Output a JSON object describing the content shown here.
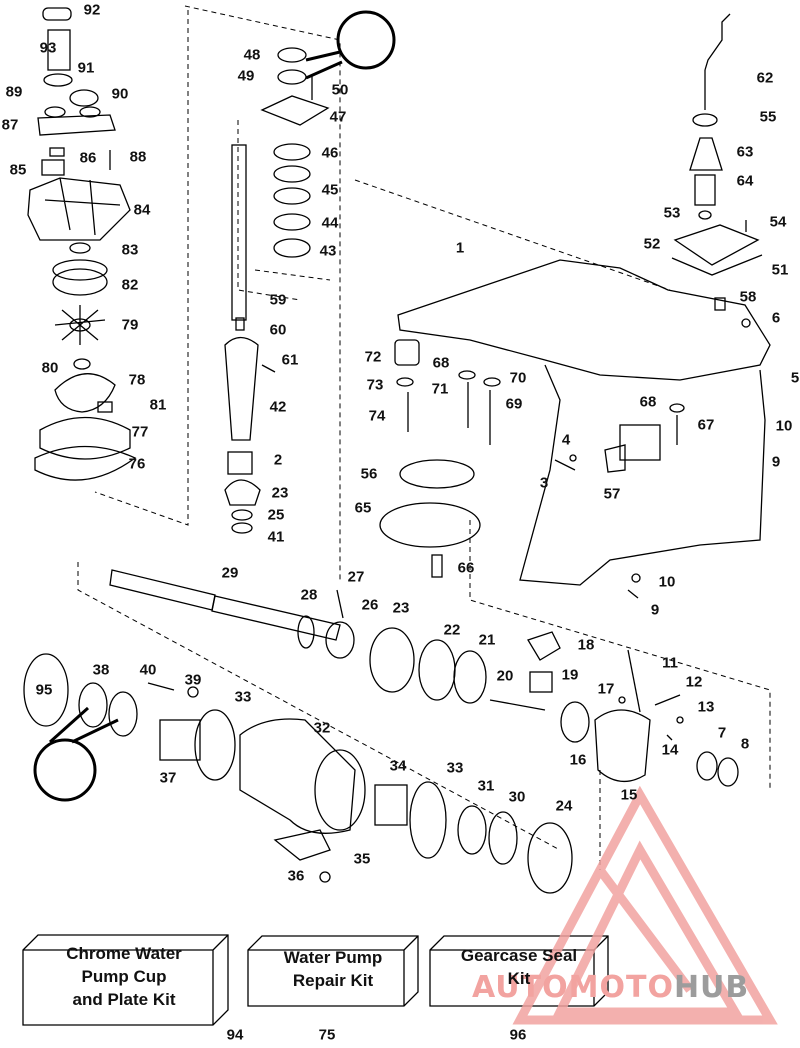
{
  "diagram": {
    "part_numbers": [
      "92",
      "93",
      "91",
      "89",
      "90",
      "87",
      "86",
      "88",
      "85",
      "84",
      "83",
      "82",
      "79",
      "80",
      "78",
      "81",
      "77",
      "76",
      "48",
      "49",
      "50",
      "47",
      "46",
      "45",
      "44",
      "43",
      "59",
      "60",
      "61",
      "42",
      "2",
      "23",
      "25",
      "41",
      "62",
      "55",
      "63",
      "64",
      "53",
      "54",
      "52",
      "51",
      "58",
      "6",
      "5",
      "1",
      "72",
      "73",
      "68",
      "71",
      "70",
      "69",
      "74",
      "68",
      "67",
      "10",
      "9",
      "4",
      "3",
      "57",
      "56",
      "65",
      "66",
      "10",
      "9",
      "29",
      "27",
      "28",
      "26",
      "23",
      "22",
      "21",
      "18",
      "19",
      "20",
      "11",
      "12",
      "17",
      "13",
      "14",
      "7",
      "8",
      "16",
      "15",
      "95",
      "38",
      "40",
      "39",
      "33",
      "37",
      "32",
      "34",
      "33",
      "31",
      "30",
      "24",
      "35",
      "36"
    ],
    "kits": [
      {
        "name": "chrome-water-pump-kit",
        "lines": [
          "Chrome Water",
          "Pump Cup",
          "and Plate Kit"
        ],
        "number": "94"
      },
      {
        "name": "water-pump-repair-kit",
        "lines": [
          "Water Pump",
          "Repair Kit"
        ],
        "number": "75"
      },
      {
        "name": "gearcase-seal-kit",
        "lines": [
          "Gearcase Seal",
          "Kit"
        ],
        "number": "96"
      }
    ]
  },
  "watermark": {
    "part_a": "AUTOMOTO",
    "part_b": "HUB",
    "color_a": "#f2a3a0",
    "color_b": "#9c9c9c"
  }
}
